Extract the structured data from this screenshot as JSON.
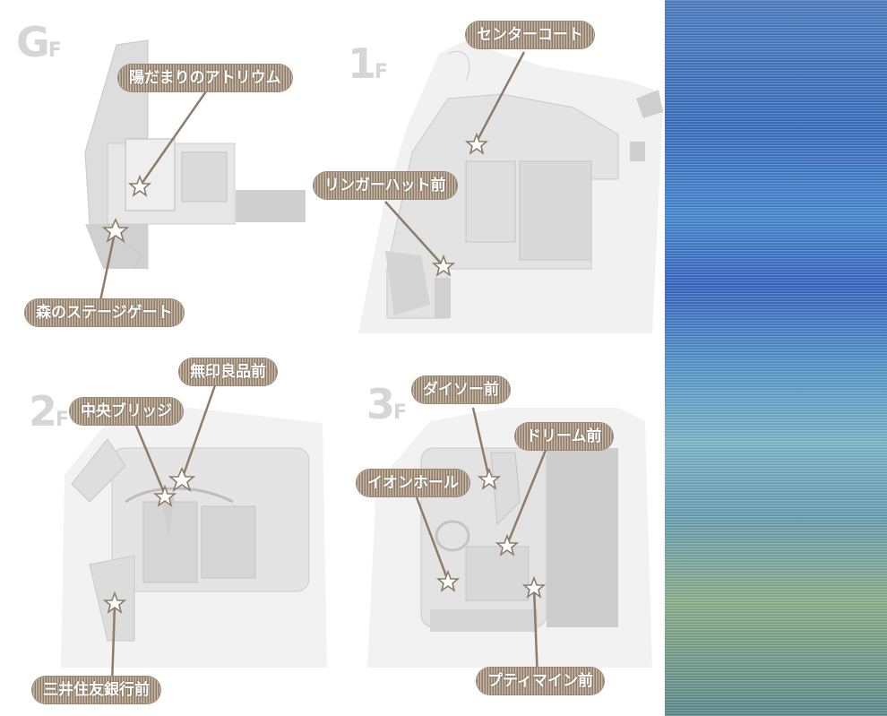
{
  "floors": [
    {
      "id": "GF",
      "number": "G",
      "suffix": "F",
      "spots": [
        "陽だまりのアトリウム",
        "森のステージゲート"
      ]
    },
    {
      "id": "1F",
      "number": "1",
      "suffix": "F",
      "spots": [
        "センターコート",
        "リンガーハット前"
      ]
    },
    {
      "id": "2F",
      "number": "2",
      "suffix": "F",
      "spots": [
        "無印良品前",
        "中央ブリッジ",
        "三井住友銀行前"
      ]
    },
    {
      "id": "3F",
      "number": "3",
      "suffix": "F",
      "spots": [
        "ダイソー前",
        "ドリーム前",
        "イオンホール",
        "プティマイン前"
      ]
    }
  ],
  "icons": {
    "spot_marker": "star-icon"
  },
  "colors": {
    "plan_fill": "#e6e6e6",
    "plan_stroke": "#c4c4c4",
    "plan_block": "#d2d2d2",
    "floor_label": "#d6d6d6",
    "callout_bg": "#a99885",
    "leader_line": "#8e7c6a"
  }
}
